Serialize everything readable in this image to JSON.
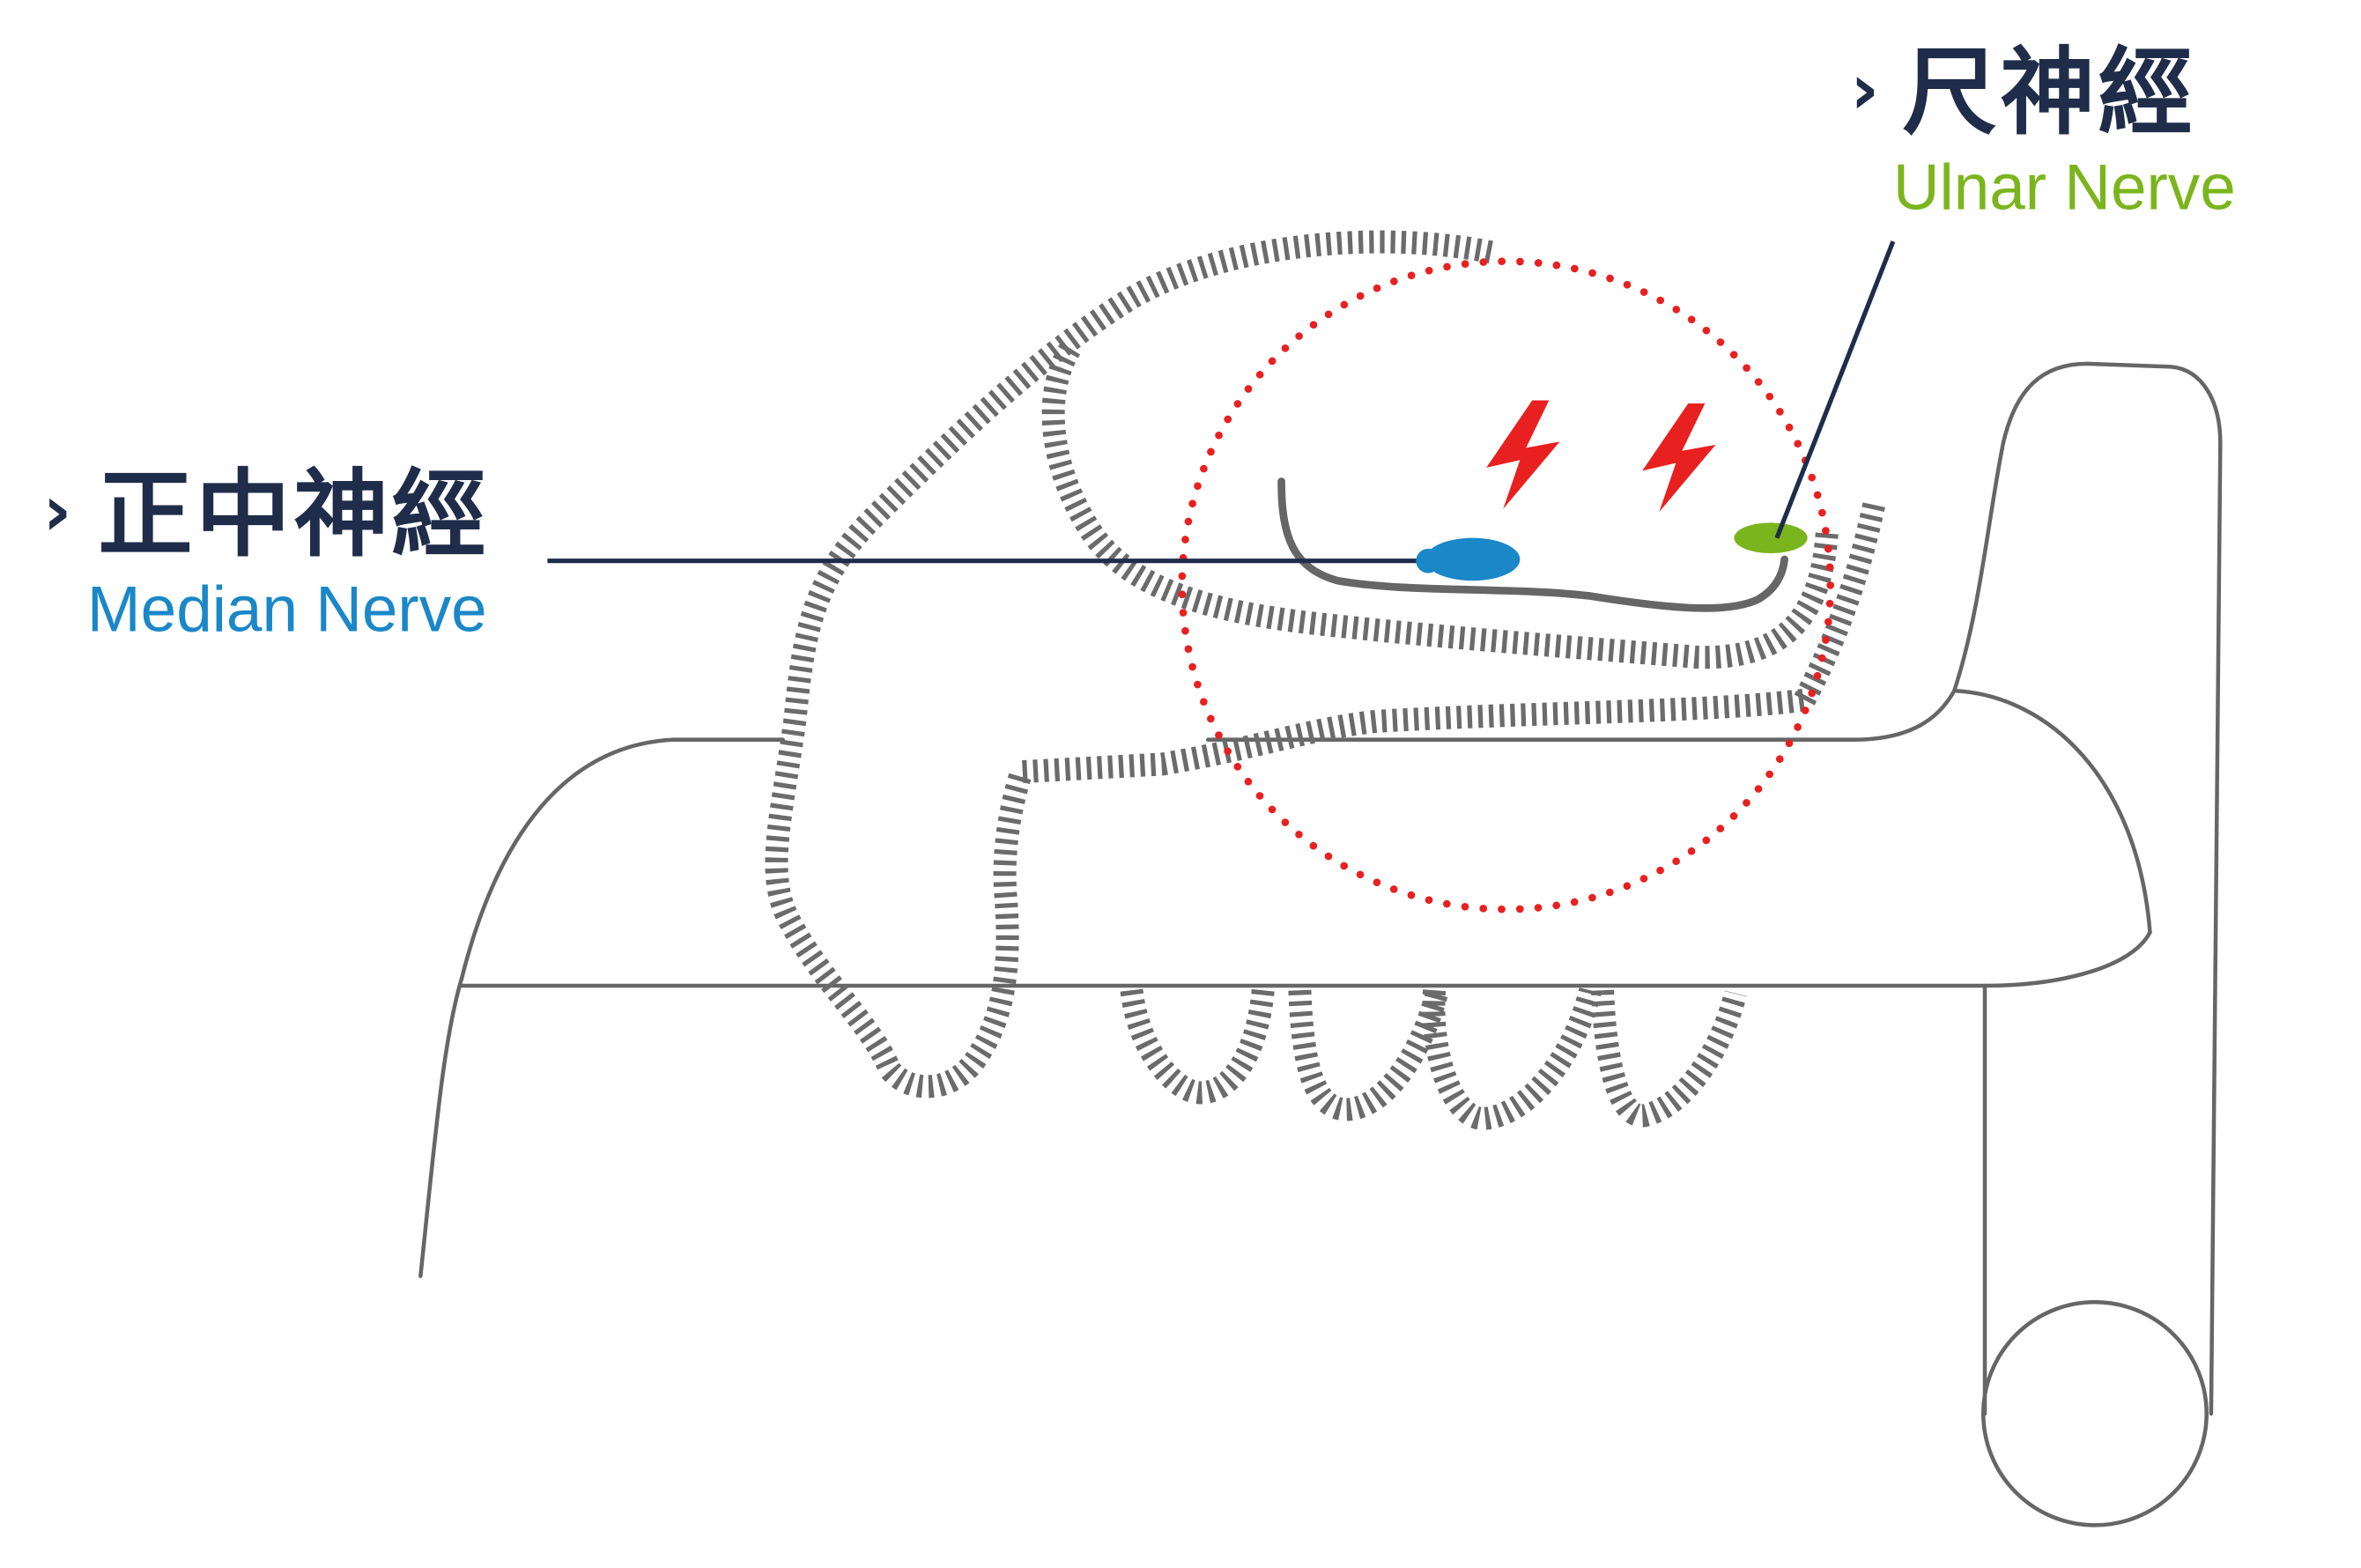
{
  "labels": {
    "median": {
      "bullet": "›",
      "zh": "正中神經",
      "en": "Median Nerve"
    },
    "ulnar": {
      "bullet": "›",
      "zh": "尺神經",
      "en": "Ulnar Nerve"
    }
  },
  "colors": {
    "text": "#1f2d4a",
    "median": "#1a87c8",
    "ulnar": "#7ab51d",
    "alert": "#e8201f",
    "outline": "#666666"
  },
  "icons": {
    "pain_markers": [
      "lightning-icon",
      "lightning-icon"
    ],
    "pressure_zone": "dotted-circle-icon"
  }
}
